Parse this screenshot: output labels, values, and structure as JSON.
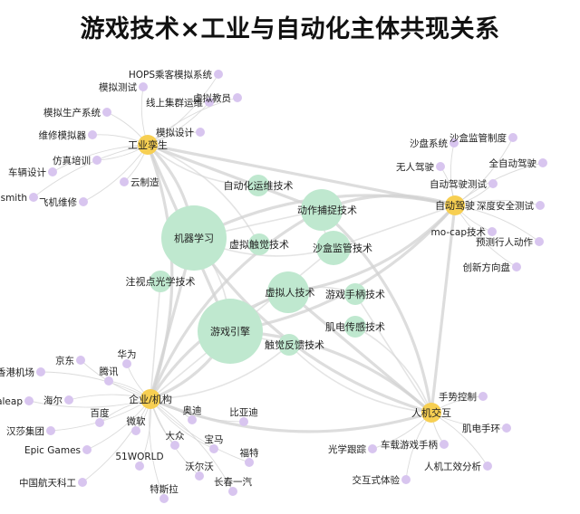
{
  "title": "游戏技术×工业与自动化主体共现关系",
  "colors": {
    "technology": "#bfe8cf",
    "hub": "#f7cf52",
    "entity": "#d8c5ef",
    "edge": "#d2d2d2"
  },
  "hubs": [
    {
      "id": "industry",
      "label": "工业孪生"
    },
    {
      "id": "autodrive",
      "label": "自动驾驶"
    },
    {
      "id": "enterprise",
      "label": "企业/机构"
    },
    {
      "id": "hci",
      "label": "人机交互"
    }
  ],
  "technologies": [
    {
      "id": "ml",
      "label": "机器学习",
      "weight": 5
    },
    {
      "id": "engine",
      "label": "游戏引擎",
      "weight": 5
    },
    {
      "id": "mocap",
      "label": "动作捕捉技术",
      "weight": 3
    },
    {
      "id": "vhuman",
      "label": "虚拟人技术",
      "weight": 3
    },
    {
      "id": "sandbox",
      "label": "沙盒监管技术",
      "weight": 2
    },
    {
      "id": "autoops",
      "label": "自动化运维技术",
      "weight": 1
    },
    {
      "id": "vtouch",
      "label": "虚拟触觉技术",
      "weight": 1
    },
    {
      "id": "raytrace",
      "label": "注视点光学技术",
      "weight": 1
    },
    {
      "id": "gamepad",
      "label": "游戏手柄技术",
      "weight": 1
    },
    {
      "id": "mechsense",
      "label": "肌电传感技术",
      "weight": 1
    },
    {
      "id": "haptic",
      "label": "触觉反馈技术",
      "weight": 1
    }
  ],
  "entities": [
    {
      "id": "e1",
      "label": "HOPS乘客模拟系统",
      "hub": "industry"
    },
    {
      "id": "e2",
      "label": "模拟测试",
      "hub": "industry"
    },
    {
      "id": "e3",
      "label": "线上集群运维",
      "hub": "industry"
    },
    {
      "id": "e4",
      "label": "虚拟教员",
      "hub": "industry"
    },
    {
      "id": "e5",
      "label": "模拟生产系统",
      "hub": "industry"
    },
    {
      "id": "e6",
      "label": "模拟设计",
      "hub": "industry"
    },
    {
      "id": "e7",
      "label": "维修模拟器",
      "hub": "industry"
    },
    {
      "id": "e8",
      "label": "仿真培训",
      "hub": "industry"
    },
    {
      "id": "e9",
      "label": "车辆设计",
      "hub": "industry"
    },
    {
      "id": "e10",
      "label": "云制造",
      "hub": "industry"
    },
    {
      "id": "e11",
      "label": "Datasmith",
      "hub": "industry"
    },
    {
      "id": "e12",
      "label": "飞机维修",
      "hub": "industry"
    },
    {
      "id": "a1",
      "label": "沙盒监管制度",
      "hub": "autodrive"
    },
    {
      "id": "a2",
      "label": "沙盘系统",
      "hub": "autodrive"
    },
    {
      "id": "a3",
      "label": "无人驾驶",
      "hub": "autodrive"
    },
    {
      "id": "a4",
      "label": "全自动驾驶",
      "hub": "autodrive"
    },
    {
      "id": "a5",
      "label": "自动驾驶测试",
      "hub": "autodrive"
    },
    {
      "id": "a6",
      "label": "深度安全测试",
      "hub": "autodrive"
    },
    {
      "id": "a7",
      "label": "mo-cap技术",
      "hub": "autodrive"
    },
    {
      "id": "a8",
      "label": "预测行人动作",
      "hub": "autodrive"
    },
    {
      "id": "a9",
      "label": "创新方向盘",
      "hub": "autodrive"
    },
    {
      "id": "c1",
      "label": "京东",
      "hub": "enterprise"
    },
    {
      "id": "c2",
      "label": "香港机场",
      "hub": "enterprise"
    },
    {
      "id": "c3",
      "label": "华为",
      "hub": "enterprise"
    },
    {
      "id": "c4",
      "label": "腾讯",
      "hub": "enterprise"
    },
    {
      "id": "c5",
      "label": "Ultraleap",
      "hub": "enterprise"
    },
    {
      "id": "c6",
      "label": "海尔",
      "hub": "enterprise"
    },
    {
      "id": "c7",
      "label": "奥迪",
      "hub": "enterprise"
    },
    {
      "id": "c8",
      "label": "比亚迪",
      "hub": "enterprise"
    },
    {
      "id": "c9",
      "label": "汉莎集团",
      "hub": "enterprise"
    },
    {
      "id": "c10",
      "label": "百度",
      "hub": "enterprise"
    },
    {
      "id": "c11",
      "label": "微软",
      "hub": "enterprise"
    },
    {
      "id": "c12",
      "label": "大众",
      "hub": "enterprise"
    },
    {
      "id": "c13",
      "label": "Epic Games",
      "hub": "enterprise"
    },
    {
      "id": "c14",
      "label": "宝马",
      "hub": "enterprise"
    },
    {
      "id": "c15",
      "label": "51WORLD",
      "hub": "enterprise"
    },
    {
      "id": "c16",
      "label": "福特",
      "hub": "enterprise"
    },
    {
      "id": "c17",
      "label": "中国航天科工",
      "hub": "enterprise"
    },
    {
      "id": "c18",
      "label": "沃尔沃",
      "hub": "enterprise"
    },
    {
      "id": "c19",
      "label": "长春一汽",
      "hub": "enterprise"
    },
    {
      "id": "c20",
      "label": "特斯拉",
      "hub": "enterprise"
    },
    {
      "id": "h1",
      "label": "手势控制",
      "hub": "hci"
    },
    {
      "id": "h2",
      "label": "肌电手环",
      "hub": "hci"
    },
    {
      "id": "h3",
      "label": "光学跟踪",
      "hub": "hci"
    },
    {
      "id": "h4",
      "label": "车载游戏手柄",
      "hub": "hci"
    },
    {
      "id": "h5",
      "label": "人机工效分析",
      "hub": "hci"
    },
    {
      "id": "h6",
      "label": "交互式体验",
      "hub": "hci"
    }
  ],
  "links": [
    [
      "industry",
      "ml"
    ],
    [
      "industry",
      "engine"
    ],
    [
      "industry",
      "autoops"
    ],
    [
      "industry",
      "vtouch"
    ],
    [
      "industry",
      "mocap"
    ],
    [
      "autodrive",
      "ml"
    ],
    [
      "autodrive",
      "engine"
    ],
    [
      "autodrive",
      "sandbox"
    ],
    [
      "autodrive",
      "mocap"
    ],
    [
      "autodrive",
      "vhuman"
    ],
    [
      "enterprise",
      "ml"
    ],
    [
      "enterprise",
      "engine"
    ],
    [
      "enterprise",
      "vhuman"
    ],
    [
      "enterprise",
      "raytrace"
    ],
    [
      "enterprise",
      "haptic"
    ],
    [
      "enterprise",
      "mocap"
    ],
    [
      "enterprise",
      "sandbox"
    ],
    [
      "hci",
      "engine"
    ],
    [
      "hci",
      "ml"
    ],
    [
      "hci",
      "gamepad"
    ],
    [
      "hci",
      "mechsense"
    ],
    [
      "hci",
      "haptic"
    ],
    [
      "hci",
      "vhuman"
    ],
    [
      "hci",
      "mocap"
    ],
    [
      "ml",
      "engine"
    ],
    [
      "ml",
      "mocap"
    ],
    [
      "ml",
      "sandbox"
    ],
    [
      "engine",
      "vhuman"
    ],
    [
      "engine",
      "haptic"
    ],
    [
      "mocap",
      "sandbox"
    ],
    [
      "vhuman",
      "gamepad"
    ],
    [
      "industry",
      "autodrive"
    ],
    [
      "enterprise",
      "hci"
    ],
    [
      "industry",
      "enterprise"
    ],
    [
      "autodrive",
      "hci"
    ]
  ]
}
